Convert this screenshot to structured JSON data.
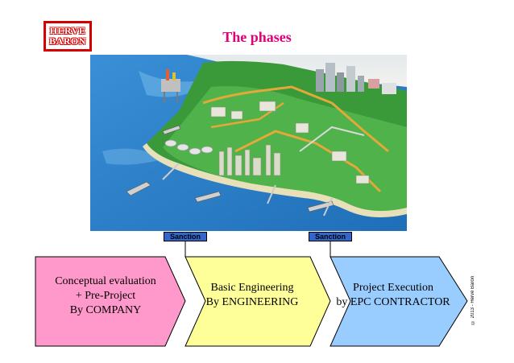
{
  "logo": {
    "line1": "HERVE",
    "line2": "BARON"
  },
  "title": "The phases",
  "sanctions": [
    "Sanction",
    "Sanction"
  ],
  "phases": [
    {
      "lines": [
        "Conceptual evaluation",
        "+ Pre-Project",
        "By COMPANY"
      ],
      "color": "#ff99cc"
    },
    {
      "lines": [
        "Basic Engineering",
        "By ENGINEERING"
      ],
      "color": "#ffff99"
    },
    {
      "lines": [
        "Project Execution",
        "by EPC CONTRACTOR"
      ],
      "color": "#99ccff"
    }
  ],
  "copyright": "© 2013 - Hervé Baron",
  "colors": {
    "title": "#e0007a",
    "logo": "#d40000",
    "sanction": "#3366cc"
  }
}
